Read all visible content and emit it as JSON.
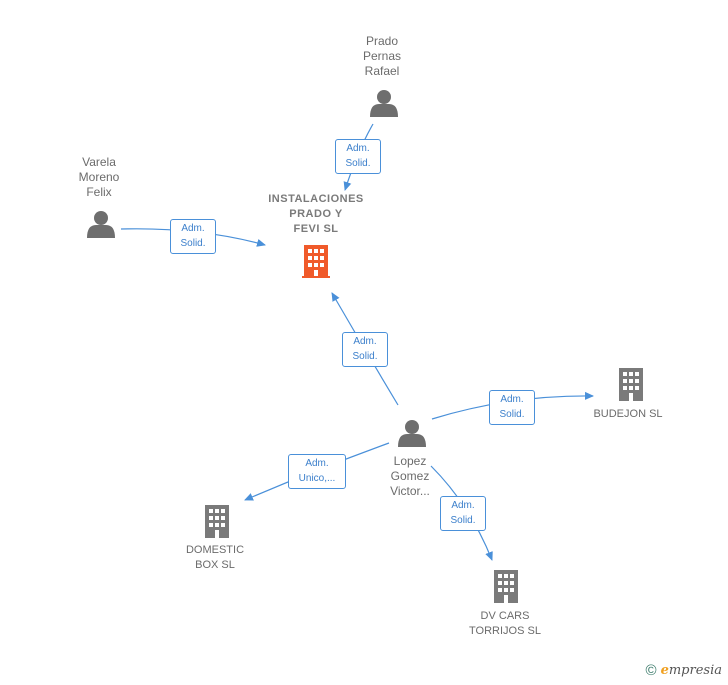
{
  "nodes": {
    "center": {
      "label": "INSTALACIONES\nPRADO Y\nFEVI  SL",
      "type": "company-main"
    },
    "prado": {
      "label": "Prado\nPernas\nRafael",
      "type": "person"
    },
    "varela": {
      "label": "Varela\nMoreno\nFelix",
      "type": "person"
    },
    "lopez": {
      "label": "Lopez\nGomez\nVictor...",
      "type": "person"
    },
    "budejon": {
      "label": "BUDEJON SL",
      "type": "company"
    },
    "domestic": {
      "label": "DOMESTIC\nBOX SL",
      "type": "company"
    },
    "dvcars": {
      "label": "DV CARS\nTORRIJOS  SL",
      "type": "company"
    }
  },
  "edges": {
    "prado_center": {
      "label": "Adm.\nSolid."
    },
    "varela_center": {
      "label": "Adm.\nSolid."
    },
    "lopez_center": {
      "label": "Adm.\nSolid."
    },
    "lopez_budejon": {
      "label": "Adm.\nSolid."
    },
    "lopez_domestic": {
      "label": "Adm.\nUnico,..."
    },
    "lopez_dvcars": {
      "label": "Adm.\nSolid."
    }
  },
  "colors": {
    "edge": "#4a90d9",
    "person": "#6e6e6e",
    "company": "#7a7a7a",
    "company_main": "#f05a2a"
  },
  "footer": {
    "copyright": "©",
    "brand_first": "e",
    "brand_rest": "mpresia"
  }
}
